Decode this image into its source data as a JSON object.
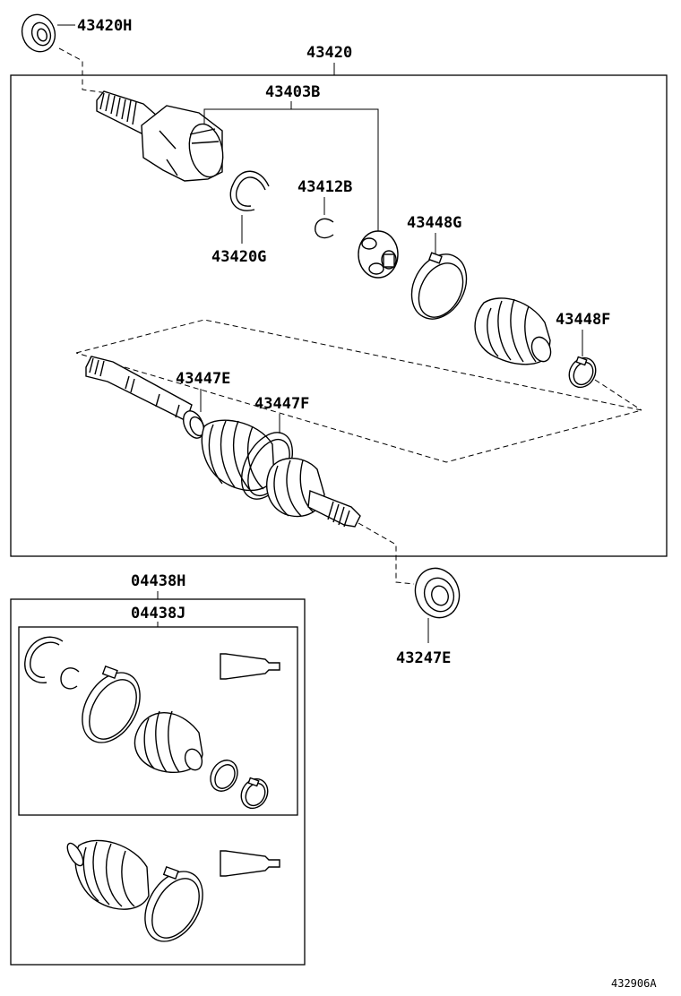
{
  "labels": {
    "p43420H": "43420H",
    "p43420": "43420",
    "p43403B": "43403B",
    "p43412B": "43412B",
    "p43448G": "43448G",
    "p43420G": "43420G",
    "p43448F": "43448F",
    "p43447E": "43447E",
    "p43447F": "43447F",
    "p04438H": "04438H",
    "p04438J": "04438J",
    "p43247E": "43247E"
  },
  "figure_ref": "432906A"
}
